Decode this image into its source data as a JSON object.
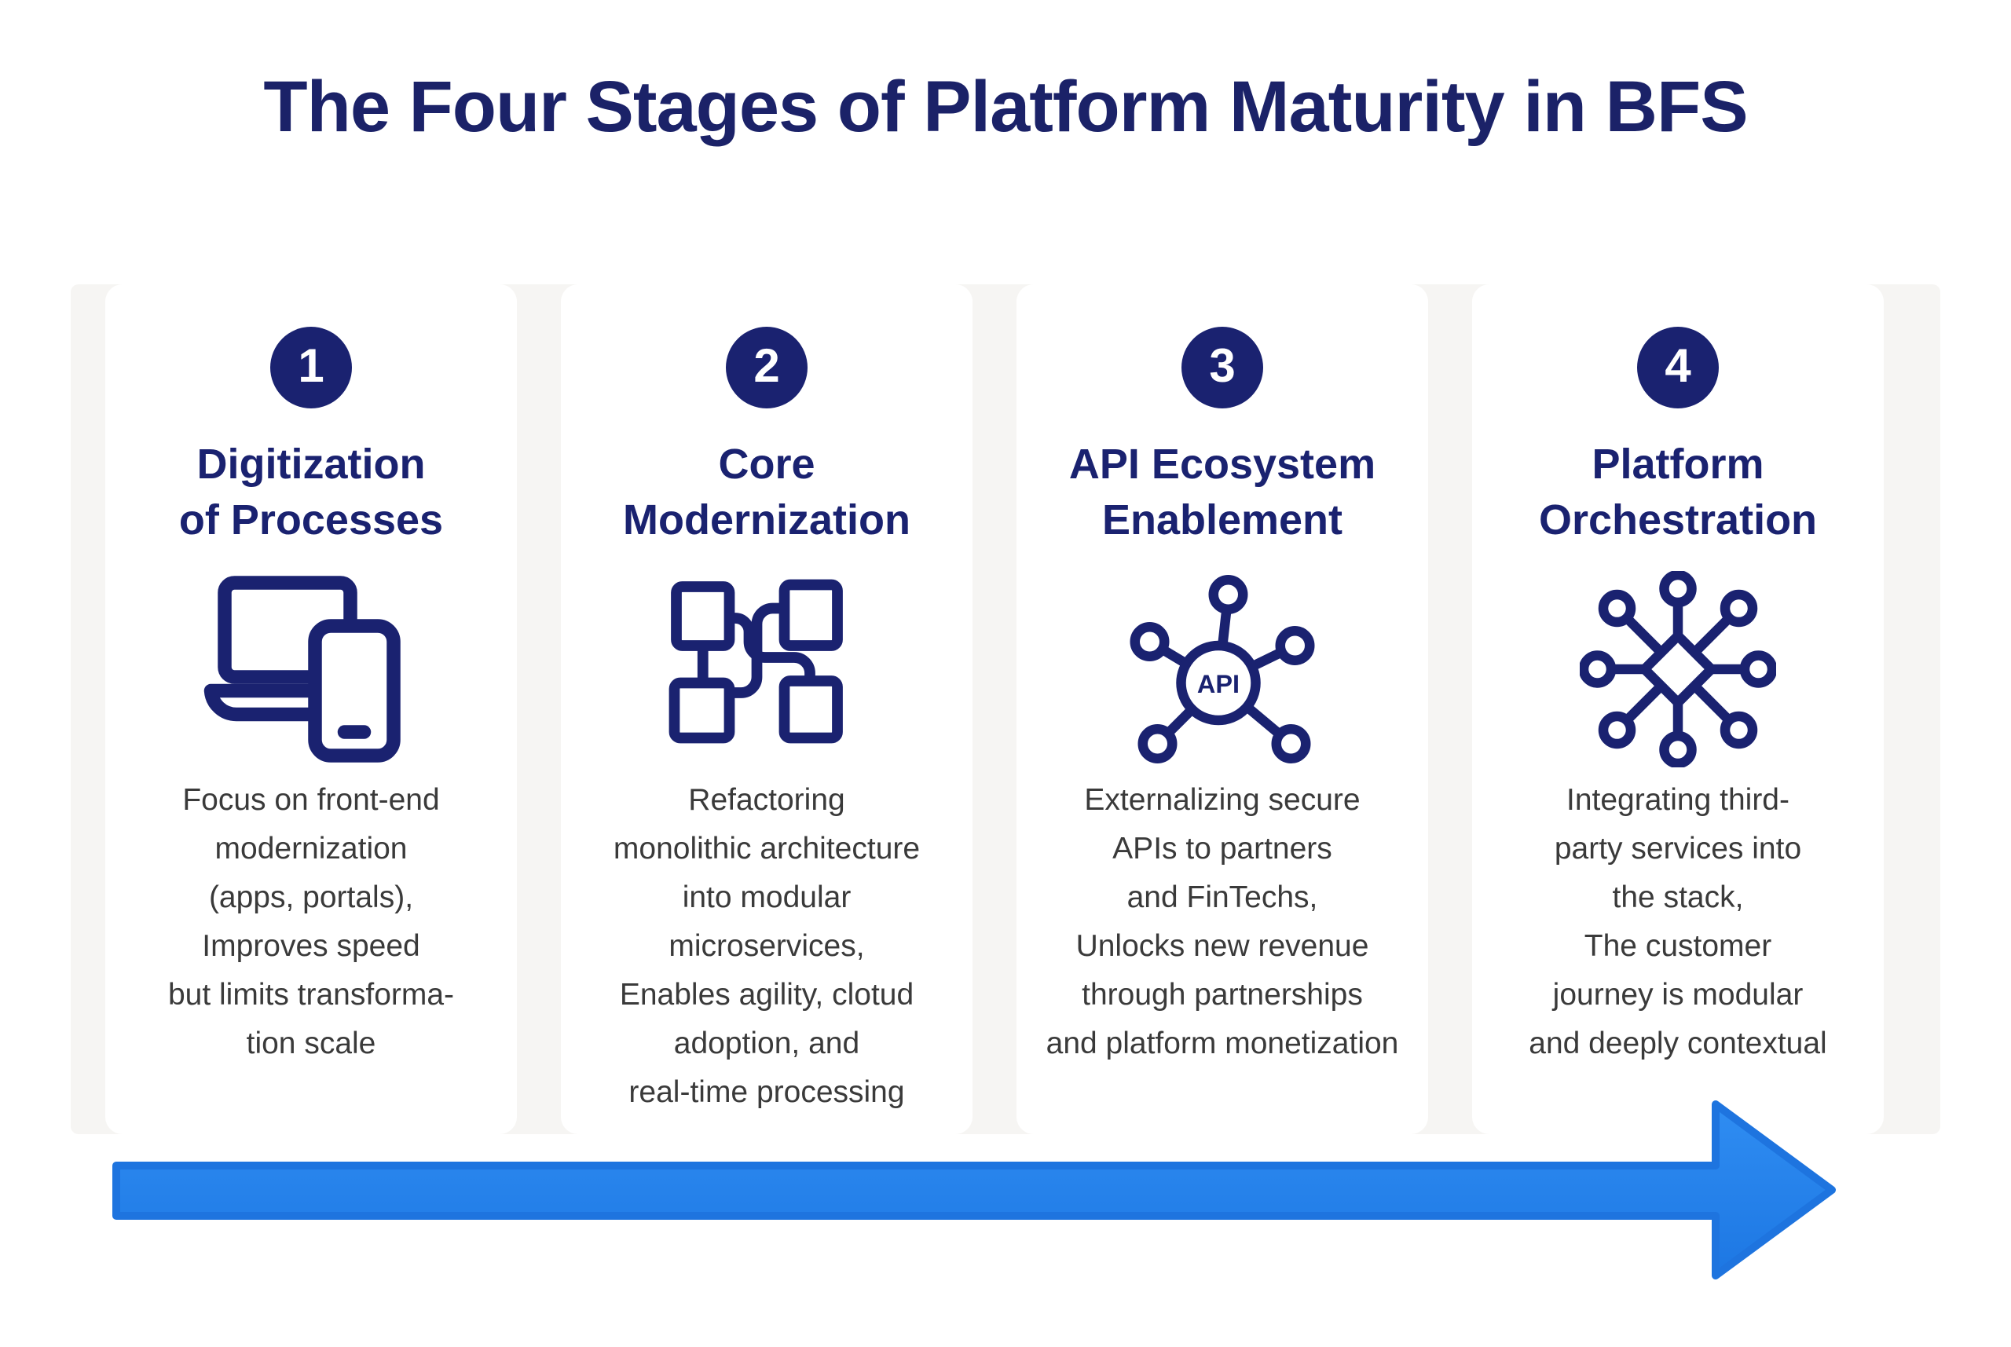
{
  "title": "The Four Stages of Platform Maturity in BFS",
  "colors": {
    "navy": "#1a2270",
    "title_navy": "#1b2268",
    "description_gray": "#3a3a3a",
    "card_bg": "#ffffff",
    "band_bg": "#f6f5f3",
    "page_bg": "#ffffff",
    "arrow_top": "#2f8df2",
    "arrow_bottom": "#1d77e3",
    "arrow_edge": "#1e74df"
  },
  "stages": [
    {
      "number": "1",
      "title": "Digitization\nof Processes",
      "icon": "laptop-phone-icon",
      "description": "Focus on front-end\nmodernization\n(apps, portals),\nImproves speed\nbut limits transforma-\ntion scale"
    },
    {
      "number": "2",
      "title": "Core\nModernization",
      "icon": "microservices-icon",
      "description": "Refactoring\nmonolithic architecture\ninto modular\nmicroservices,\nEnables agility, clotud\nadoption, and\nreal-time processing"
    },
    {
      "number": "3",
      "title": "API Ecosystem\nEnablement",
      "icon": "api-hub-icon",
      "icon_label": "API",
      "description": "Externalizing secure\nAPIs to partners\nand FinTechs,\nUnlocks new revenue\nthrough partnerships\nand platform monetization"
    },
    {
      "number": "4",
      "title": "Platform\nOrchestration",
      "icon": "network-orchestration-icon",
      "description": "Integrating third-\nparty services into\nthe stack,\nThe customer\njourney is modular\nand deeply contextual"
    }
  ],
  "arrow": {
    "direction": "right"
  }
}
